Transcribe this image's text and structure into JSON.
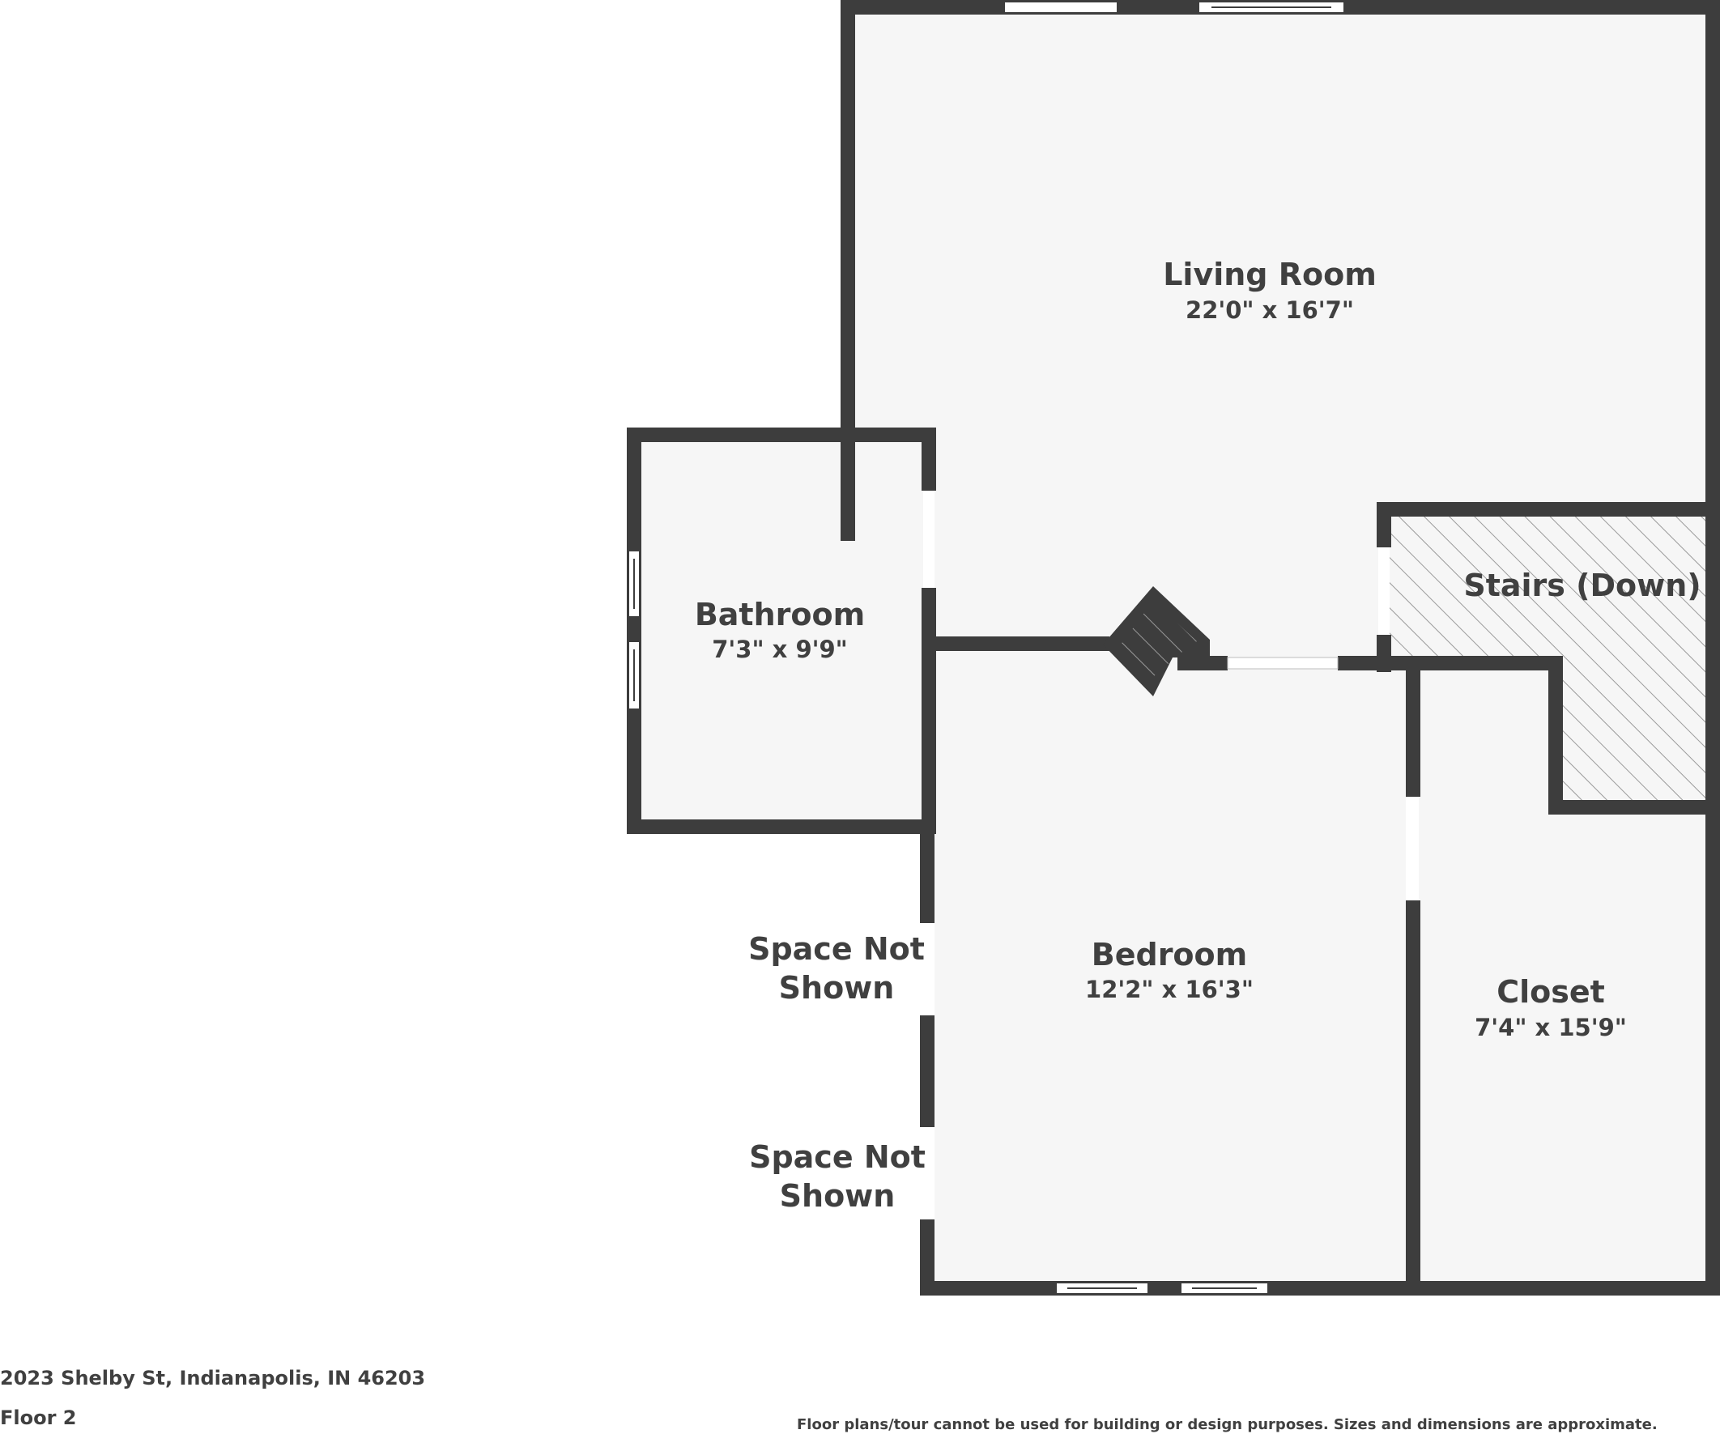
{
  "colors": {
    "wall": "#3d3d3d",
    "floor": "#f6f6f6",
    "text": "#404040",
    "opening": "#ffffff",
    "hatch": "#9a9a9a"
  },
  "rooms": {
    "living_room": {
      "name": "Living Room",
      "dimensions": "22'0\" x 16'7\""
    },
    "bathroom": {
      "name": "Bathroom",
      "dimensions": "7'3\" x 9'9\""
    },
    "stairs": {
      "name": "Stairs (Down)"
    },
    "bedroom": {
      "name": "Bedroom",
      "dimensions": "12'2\" x 16'3\""
    },
    "closet": {
      "name": "Closet",
      "dimensions": "7'4\" x 15'9\""
    }
  },
  "space_not_shown": {
    "upper": {
      "line1": "Space Not",
      "line2": "Shown"
    },
    "lower": {
      "line1": "Space Not",
      "line2": "Shown"
    }
  },
  "footer": {
    "address": "2023 Shelby St, Indianapolis, IN 46203",
    "floor": "Floor 2",
    "disclaimer": "Floor plans/tour cannot be used for building or design purposes. Sizes and dimensions are approximate."
  }
}
